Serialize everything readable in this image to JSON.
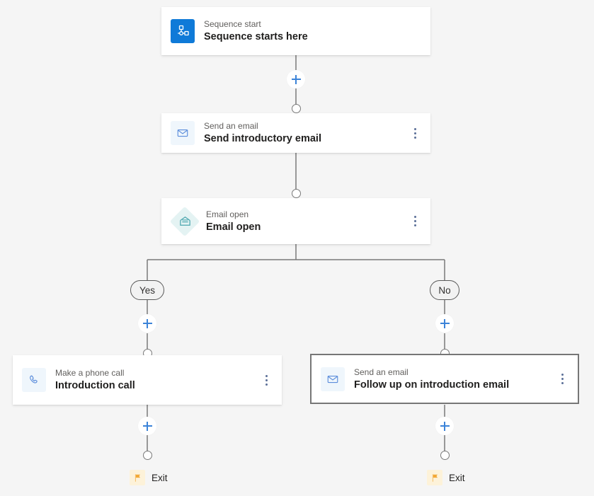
{
  "canvas": {
    "background_color": "#f5f5f5",
    "accent_color": "#0f7ad8",
    "selected_border_color": "#767676"
  },
  "steps": [
    {
      "id": "sequence-start",
      "icon": "sequence-start-icon",
      "subtitle": "Sequence start",
      "title": "Sequence starts here",
      "has_menu": false,
      "selected": false
    },
    {
      "id": "send-introductory-email",
      "icon": "email-icon",
      "subtitle": "Send an email",
      "title": "Send introductory email",
      "has_menu": true,
      "selected": false
    },
    {
      "id": "email-open-condition",
      "icon": "email-open-icon",
      "subtitle": "Email open",
      "title": "Email open",
      "has_menu": true,
      "selected": false
    },
    {
      "id": "introduction-call",
      "icon": "phone-icon",
      "subtitle": "Make a phone call",
      "title": "Introduction call",
      "has_menu": true,
      "selected": false
    },
    {
      "id": "follow-up-on-introduction-email",
      "icon": "email-icon",
      "subtitle": "Send an email",
      "title": "Follow up on introduction email",
      "has_menu": true,
      "selected": true
    }
  ],
  "branches": {
    "yes_label": "Yes",
    "no_label": "No"
  },
  "exits": [
    {
      "id": "exit-yes",
      "label": "Exit",
      "icon": "flag-icon"
    },
    {
      "id": "exit-no",
      "label": "Exit",
      "icon": "flag-icon"
    }
  ],
  "add_buttons": [
    {
      "id": "add-step-after-start",
      "icon": "plus-icon"
    },
    {
      "id": "add-step-yes-branch",
      "icon": "plus-icon"
    },
    {
      "id": "add-step-no-branch",
      "icon": "plus-icon"
    },
    {
      "id": "add-step-after-call",
      "icon": "plus-icon"
    },
    {
      "id": "add-step-after-followup",
      "icon": "plus-icon"
    }
  ],
  "menu_icon": "more-vertical-icon"
}
